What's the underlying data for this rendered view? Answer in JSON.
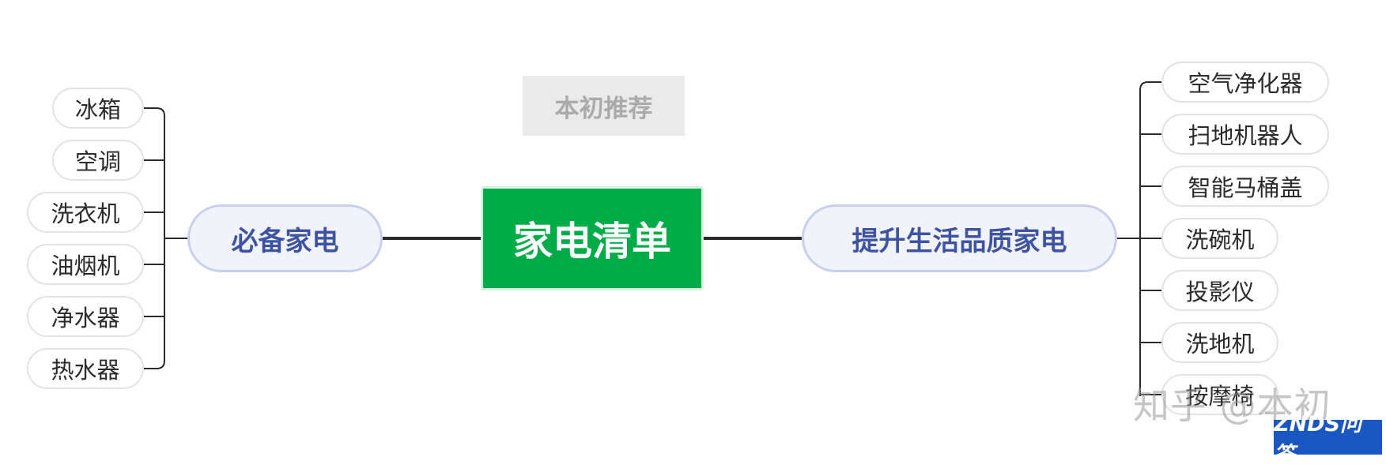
{
  "watermark_badge": "本初推荐",
  "root": "家电清单",
  "left_branch": {
    "label": "必备家电",
    "items": [
      "冰箱",
      "空调",
      "洗衣机",
      "油烟机",
      "净水器",
      "热水器"
    ]
  },
  "right_branch": {
    "label": "提升生活品质家电",
    "items": [
      "空气净化器",
      "扫地机器人",
      "智能马桶盖",
      "洗碗机",
      "投影仪",
      "洗地机",
      "按摩椅"
    ]
  },
  "watermark": "知乎 @本初",
  "logo": "ZNDS问答"
}
